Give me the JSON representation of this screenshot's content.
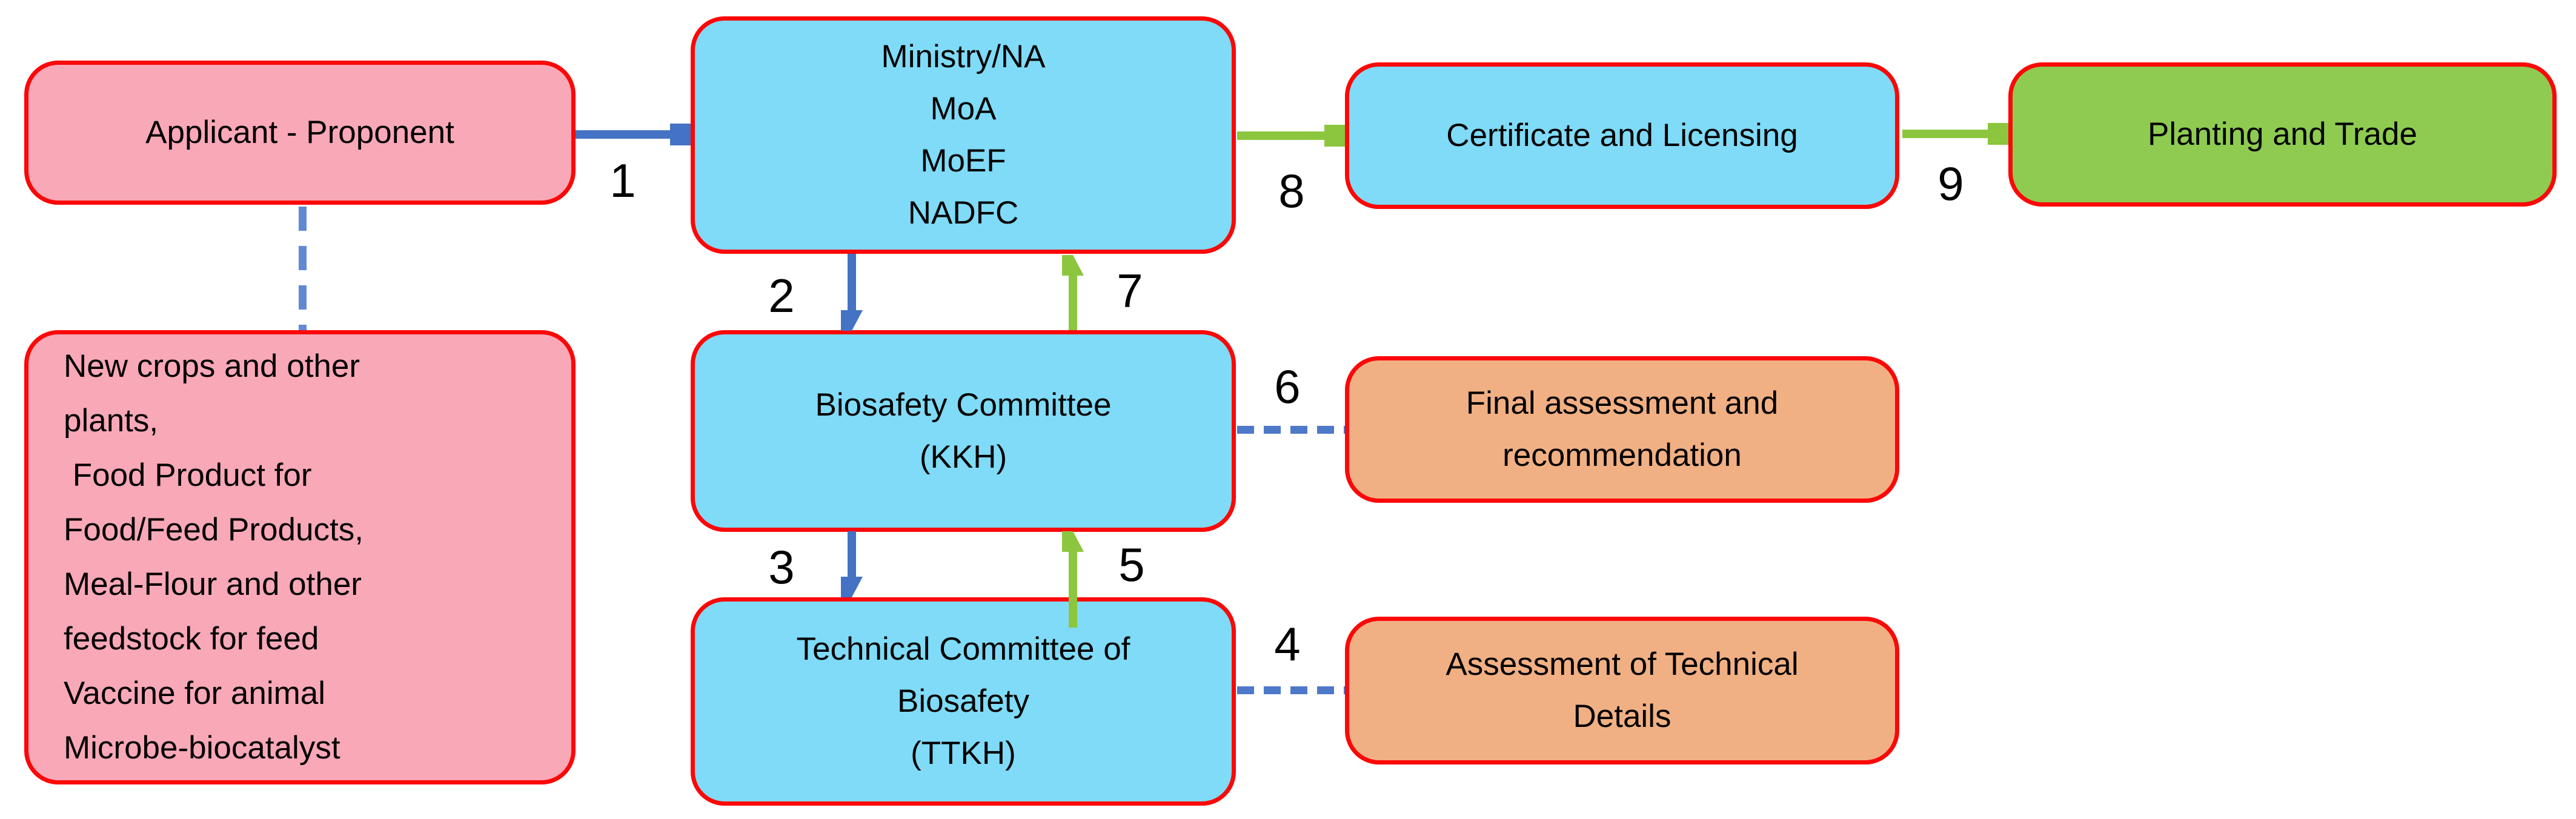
{
  "nodes": {
    "applicant": {
      "label": "Applicant - Proponent"
    },
    "scope": {
      "text": "New crops and other\nplants,\n Food Product for\nFood/Feed Products,\nMeal-Flour and other\nfeedstock for feed\nVaccine for animal\nMicrobe-biocatalyst"
    },
    "ministry": {
      "text": "Ministry/NA\nMoA\nMoEF\nNADFC"
    },
    "kkh": {
      "text": "Biosafety Committee\n(KKH)"
    },
    "ttkh": {
      "text": "Technical Committee of\nBiosafety\n(TTKH)"
    },
    "certificate": {
      "label": "Certificate and Licensing"
    },
    "planting": {
      "label": "Planting and Trade"
    },
    "final_assessment": {
      "text": "Final assessment and\nrecommendation"
    },
    "assessment_details": {
      "text": "Assessment of Technical\nDetails"
    }
  },
  "steps": [
    "1",
    "2",
    "3",
    "4",
    "5",
    "6",
    "7",
    "8",
    "9"
  ],
  "colors": {
    "nodeBlue": "#7FDBF7",
    "nodePink": "#F9A8B8",
    "nodeOrange": "#F1B083",
    "nodeGreen": "#8FCB50",
    "borderRed": "#FB0808",
    "arrowBlue": "#4472C4",
    "arrowGreen": "#8CC63E",
    "dashBlue": "#4E79C8",
    "dashLightBlue": "#6189D3"
  }
}
